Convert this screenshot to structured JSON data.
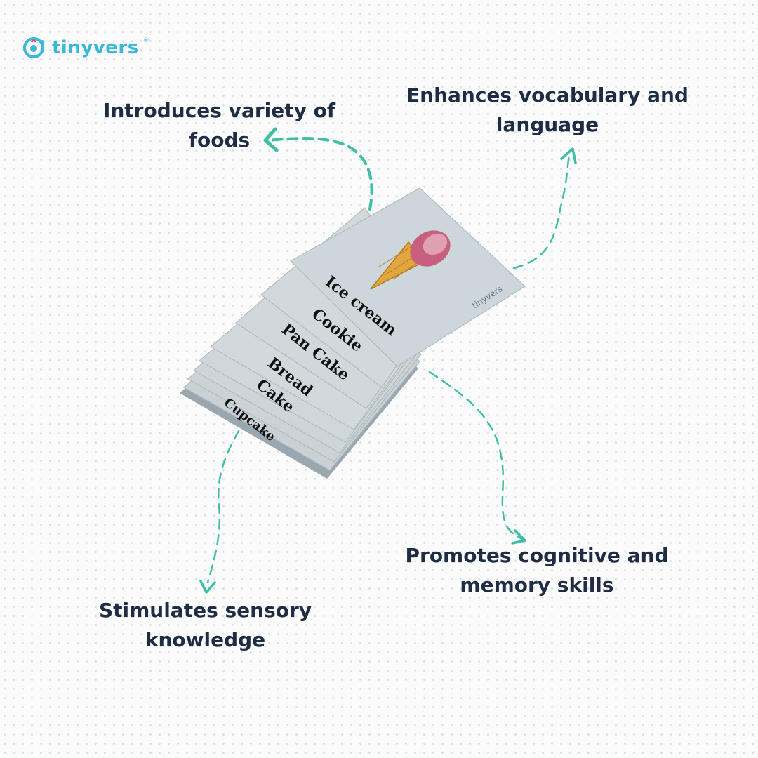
{
  "brand": {
    "name": "tinyvers",
    "registered": "®"
  },
  "features": {
    "variety": "Introduces variety of\nfoods",
    "vocabulary": "Enhances vocabulary and\nlanguage",
    "cognitive": "Promotes cognitive and\nmemory skills",
    "sensory": "Stimulates sensory\nknowledge"
  },
  "cards": {
    "words": [
      "Ice cream",
      "Cookie",
      "Pan Cake",
      "Bread",
      "Cake",
      "Cupcake"
    ],
    "card_brand": "tinyvers",
    "image_icon": "ice-cream-cone-icon"
  },
  "colors": {
    "accent": "#3ebfa5",
    "heading": "#1f2d44",
    "brand": "#3ab7dc",
    "card": "#cdd6da"
  }
}
